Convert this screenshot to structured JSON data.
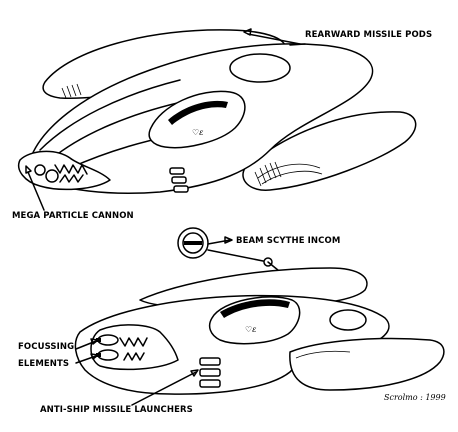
{
  "labels": {
    "rearward_missile_pods": "REARWARD MISSILE PODS",
    "mega_particle_cannon": "MEGA PARTICLE CANNON",
    "beam_scythe_incom": "BEAM SCYTHE INCOM",
    "focussing_line1": "FOCUSSING",
    "focussing_line2": "ELEMENTS",
    "anti_ship_missile_launchers": "ANTI-SHIP MISSILE LAUNCHERS"
  },
  "signature": "Scrolmo : 1999",
  "colors": {
    "ink": "#000000",
    "paper": "#ffffff"
  }
}
